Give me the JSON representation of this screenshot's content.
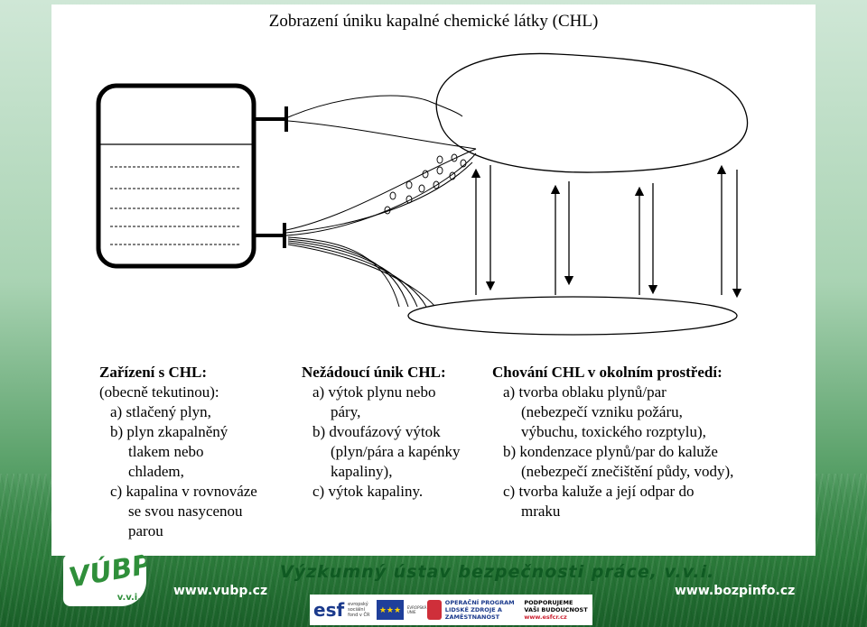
{
  "slide": {
    "title": "Zobrazení úniku kapalné chemické látky (CHL)"
  },
  "columns": [
    {
      "heading": "Zařízení s CHL:",
      "lines": [
        "(obecně tekutinou):",
        "a) stlačený plyn,",
        "b) plyn zkapalněný",
        "tlakem nebo",
        "chladem,",
        "c) kapalina v rovnováze",
        "se svou nasycenou",
        "parou"
      ]
    },
    {
      "heading": "Nežádoucí únik CHL:",
      "lines": [
        "a) výtok plynu nebo",
        "páry,",
        "b) dvoufázový výtok",
        "(plyn/pára a kapénky",
        "kapaliny),",
        "c) výtok kapaliny."
      ]
    },
    {
      "heading": "Chování CHL v okolním prostředí:",
      "lines": [
        "a) tvorba oblaku plynů/par",
        "(nebezpečí vzniku požáru,",
        "výbuchu, toxického rozptylu),",
        "b) kondenzace plynů/par do kaluže",
        "(nebezpečí znečištění půdy, vody),",
        "c) tvorba kaluže a její odpar do",
        "mraku"
      ]
    }
  ],
  "footer": {
    "institute": "Výzkumný ústav bezpečnosti práce, v.v.i.",
    "url_left": "www.vubp.cz",
    "url_right": "www.bozpinfo.cz",
    "logo_text": "VÚBP",
    "logo_sub": "v.v.i.",
    "esf_text": "esf",
    "esf_note": "evropský sociální fond v ČR",
    "eu_flag": "★★★",
    "eu_note": "EVROPSKÁ UNIE",
    "op_text": "OPERAČNÍ PROGRAM LIDSKÉ ZDROJE A ZAMĚSTNANOST",
    "support_text": "PODPORUJEME VAŠI BUDOUCNOST",
    "support_url": "www.esfcr.cz"
  }
}
